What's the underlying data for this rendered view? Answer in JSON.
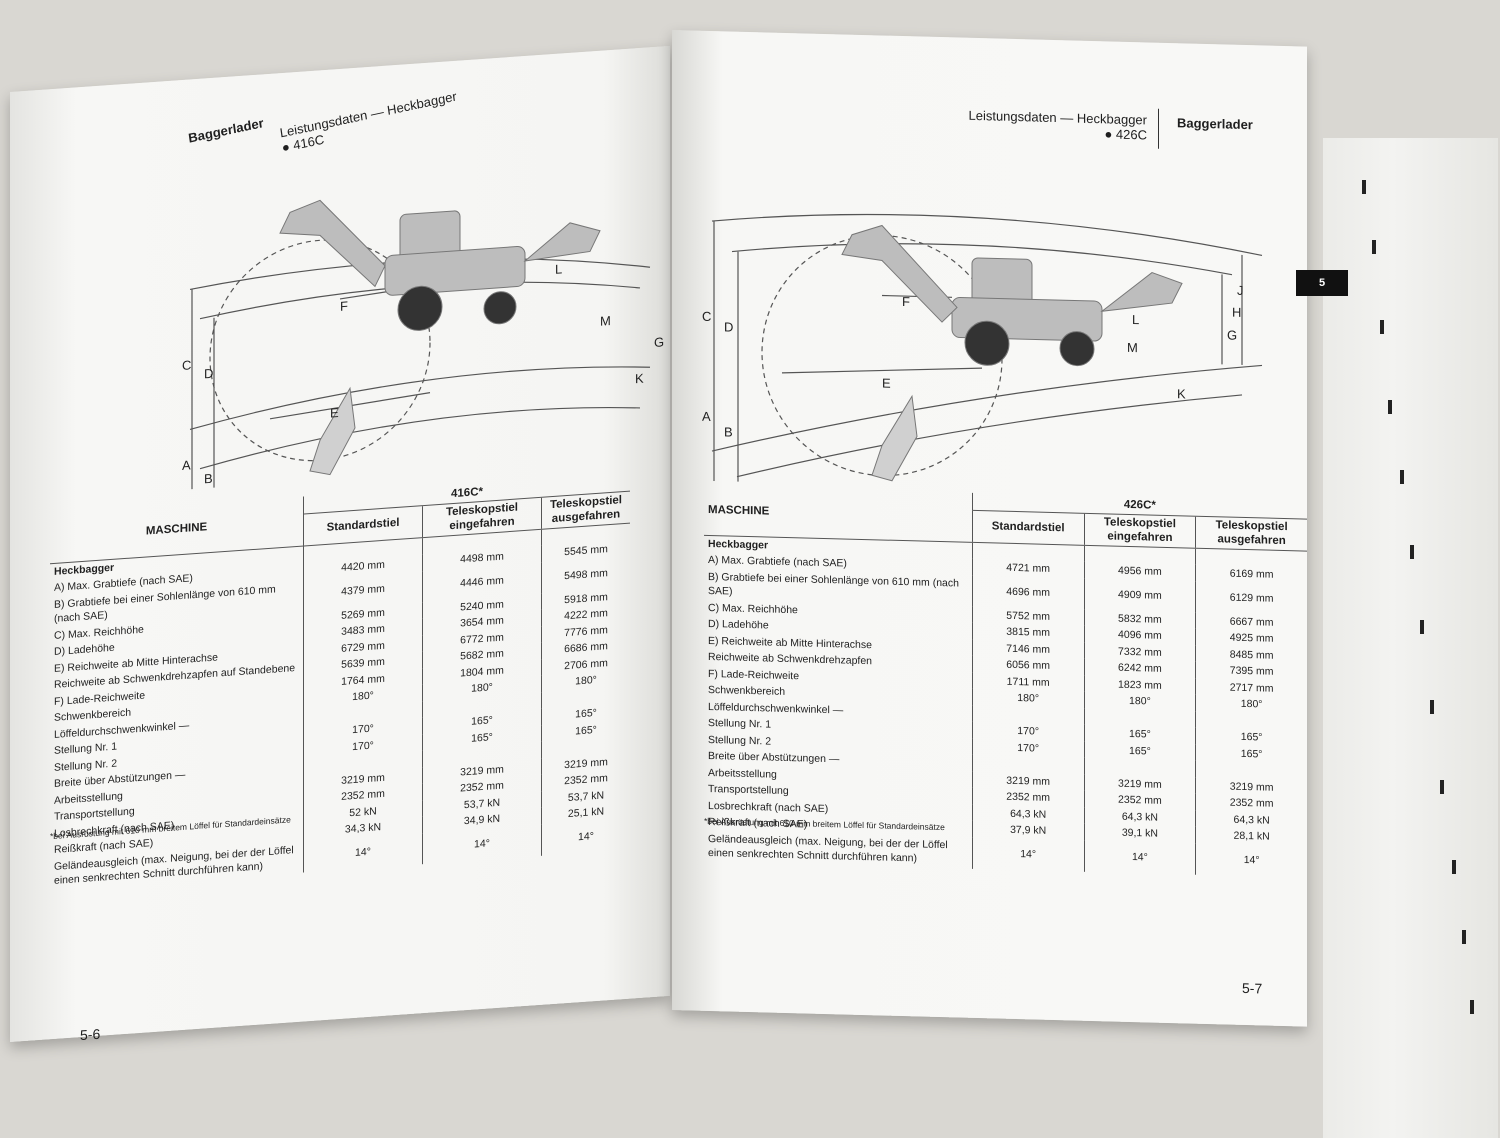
{
  "left": {
    "section": "Baggerlader",
    "title": "Leistungsdaten — Heckbagger",
    "model": "● 416C",
    "page_number": "5-6",
    "footnote": "*bei Ausrüstung mit 610 mm breitem Löffel für Standardeinsätze",
    "table": {
      "machine_header": "MASCHINE",
      "model_header": "416C*",
      "col1": "Standardstiel",
      "col2": "Teleskopstiel eingefahren",
      "col3": "Teleskopstiel ausgefahren",
      "group": "Heckbagger",
      "rows": [
        {
          "label": "A) Max. Grabtiefe (nach SAE)",
          "v1": "4420 mm",
          "v2": "4498 mm",
          "v3": "5545 mm"
        },
        {
          "label": "B) Grabtiefe bei einer Sohlenlänge von 610 mm (nach SAE)",
          "v1": "4379 mm",
          "v2": "4446 mm",
          "v3": "5498 mm"
        },
        {
          "label": "C) Max. Reichhöhe",
          "v1": "5269 mm",
          "v2": "5240 mm",
          "v3": "5918 mm"
        },
        {
          "label": "D) Ladehöhe",
          "v1": "3483 mm",
          "v2": "3654 mm",
          "v3": "4222 mm"
        },
        {
          "label": "E) Reichweite ab Mitte Hinterachse",
          "v1": "6729 mm",
          "v2": "6772 mm",
          "v3": "7776 mm"
        },
        {
          "label": "Reichweite ab Schwenkdrehzapfen auf Standebene",
          "v1": "5639 mm",
          "v2": "5682 mm",
          "v3": "6686 mm"
        },
        {
          "label": "F) Lade-Reichweite",
          "v1": "1764 mm",
          "v2": "1804 mm",
          "v3": "2706 mm"
        },
        {
          "label": "Schwenkbereich",
          "v1": "180°",
          "v2": "180°",
          "v3": "180°"
        },
        {
          "label": "Löffeldurchschwenkwinkel —",
          "v1": "",
          "v2": "",
          "v3": ""
        },
        {
          "label": "Stellung Nr. 1",
          "v1": "170°",
          "v2": "165°",
          "v3": "165°"
        },
        {
          "label": "Stellung Nr. 2",
          "v1": "170°",
          "v2": "165°",
          "v3": "165°"
        },
        {
          "label": "Breite über Abstützungen —",
          "v1": "",
          "v2": "",
          "v3": ""
        },
        {
          "label": "Arbeitsstellung",
          "v1": "3219 mm",
          "v2": "3219 mm",
          "v3": "3219 mm"
        },
        {
          "label": "Transportstellung",
          "v1": "2352 mm",
          "v2": "2352 mm",
          "v3": "2352 mm"
        },
        {
          "label": "Losbrechkraft (nach SAE)",
          "v1": "52 kN",
          "v2": "53,7 kN",
          "v3": "53,7 kN"
        },
        {
          "label": "Reißkraft (nach SAE)",
          "v1": "34,3 kN",
          "v2": "34,9 kN",
          "v3": "25,1 kN"
        },
        {
          "label": "Geländeausgleich (max. Neigung, bei der der Löffel einen senkrechten Schnitt durchführen kann)",
          "v1": "14°",
          "v2": "14°",
          "v3": "14°"
        }
      ]
    }
  },
  "right": {
    "section": "Baggerlader",
    "title": "Leistungsdaten — Heckbagger",
    "model": "● 426C",
    "page_number": "5-7",
    "tab": "5",
    "footnote": "*bei Ausrüstung mit 610 mm breitem Löffel für Standardeinsätze",
    "table": {
      "machine_header": "MASCHINE",
      "model_header": "426C*",
      "col1": "Standardstiel",
      "col2": "Teleskopstiel eingefahren",
      "col3": "Teleskopstiel ausgefahren",
      "group": "Heckbagger",
      "rows": [
        {
          "label": "A) Max. Grabtiefe (nach SAE)",
          "v1": "4721 mm",
          "v2": "4956 mm",
          "v3": "6169 mm"
        },
        {
          "label": "B) Grabtiefe bei einer Sohlenlänge von 610 mm (nach SAE)",
          "v1": "4696 mm",
          "v2": "4909 mm",
          "v3": "6129 mm"
        },
        {
          "label": "C) Max. Reichhöhe",
          "v1": "5752 mm",
          "v2": "5832 mm",
          "v3": "6667 mm"
        },
        {
          "label": "D) Ladehöhe",
          "v1": "3815 mm",
          "v2": "4096 mm",
          "v3": "4925 mm"
        },
        {
          "label": "E) Reichweite ab Mitte Hinterachse",
          "v1": "7146 mm",
          "v2": "7332 mm",
          "v3": "8485 mm"
        },
        {
          "label": "Reichweite ab Schwenkdrehzapfen",
          "v1": "6056 mm",
          "v2": "6242 mm",
          "v3": "7395 mm"
        },
        {
          "label": "F) Lade-Reichweite",
          "v1": "1711 mm",
          "v2": "1823 mm",
          "v3": "2717 mm"
        },
        {
          "label": "Schwenkbereich",
          "v1": "180°",
          "v2": "180°",
          "v3": "180°"
        },
        {
          "label": "Löffeldurchschwenkwinkel —",
          "v1": "",
          "v2": "",
          "v3": ""
        },
        {
          "label": "Stellung Nr. 1",
          "v1": "170°",
          "v2": "165°",
          "v3": "165°"
        },
        {
          "label": "Stellung Nr. 2",
          "v1": "170°",
          "v2": "165°",
          "v3": "165°"
        },
        {
          "label": "Breite über Abstützungen —",
          "v1": "",
          "v2": "",
          "v3": ""
        },
        {
          "label": "Arbeitsstellung",
          "v1": "3219 mm",
          "v2": "3219 mm",
          "v3": "3219 mm"
        },
        {
          "label": "Transportstellung",
          "v1": "2352 mm",
          "v2": "2352 mm",
          "v3": "2352 mm"
        },
        {
          "label": "Losbrechkraft (nach SAE)",
          "v1": "64,3 kN",
          "v2": "64,3 kN",
          "v3": "64,3 kN"
        },
        {
          "label": "Reißkraft (nach SAE)",
          "v1": "37,9 kN",
          "v2": "39,1 kN",
          "v3": "28,1 kN"
        },
        {
          "label": "Geländeausgleich (max. Neigung, bei der der Löffel einen senkrechten Schnitt durchführen kann)",
          "v1": "14°",
          "v2": "14°",
          "v3": "14°"
        }
      ]
    }
  },
  "diagram_labels": [
    "A",
    "B",
    "C",
    "D",
    "E",
    "F",
    "G",
    "H",
    "J",
    "K",
    "L",
    "M"
  ]
}
